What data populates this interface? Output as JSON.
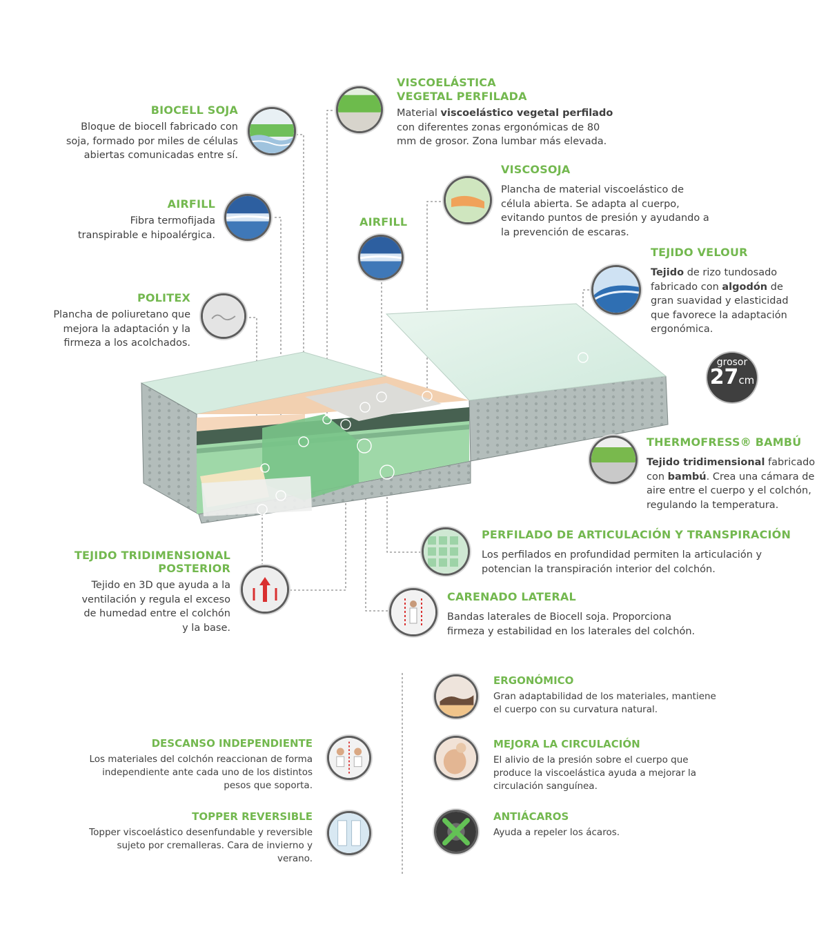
{
  "items": {
    "biocell": {
      "title": "BIOCELL SOJA",
      "text": [
        "Bloque de biocell fabricado con",
        "soja, formado por miles de células",
        "abiertas comunicadas entre sí."
      ]
    },
    "airfill_left": {
      "title": "AIRFILL",
      "text": [
        "Fibra termofijada",
        "transpirable e hipoalérgica."
      ]
    },
    "politex": {
      "title": "POLITEX",
      "text": [
        "Plancha de poliuretano que",
        "mejora la adaptación y la",
        "firmeza a los acolchados."
      ]
    },
    "visco_vegetal": {
      "title1": "VISCOELÁSTICA",
      "title2": "VEGETAL PERFILADA",
      "pre": "Material ",
      "bold": "viscoelástico vegetal perfilado",
      "text": [
        "con diferentes zonas ergonómicas de 80",
        "mm de grosor. Zona lumbar más elevada."
      ]
    },
    "viscosoja": {
      "title": "VISCOSOJA",
      "text": [
        "Plancha de material viscoelástico de",
        "célula abierta. Se adapta al cuerpo,",
        "evitando puntos de presión y ayudando a",
        "la prevención de escaras."
      ]
    },
    "airfill_mid": {
      "title": "AIRFILL"
    },
    "velour": {
      "title": "TEJIDO VELOUR",
      "b1": "Tejido",
      "t1": " de rizo tundosado",
      "t2": "fabricado con ",
      "b2": "algodón",
      "t3": " de",
      "text": [
        "gran suavidad y elasticidad",
        "que favorece la adaptación",
        "ergonómica."
      ]
    },
    "grosor": {
      "label": "grosor",
      "value": "27",
      "unit": "cm"
    },
    "thermo": {
      "title": "THERMOFRESS® BAMBÚ",
      "b1": "Tejido tridimensional",
      "t1": " fabricado",
      "t2": "con ",
      "b2": "bambú",
      "t3": ". Crea una cámara de",
      "text": [
        "aire entre el cuerpo y el colchón,",
        "regulando la temperatura."
      ]
    },
    "perfilado": {
      "title": "PERFILADO DE ARTICULACIÓN Y TRANSPIRACIÓN",
      "text": [
        "Los perfilados en profundidad permiten la articulación y",
        "potencian la transpiración interior del colchón."
      ]
    },
    "tridimensional": {
      "title1": "TEJIDO TRIDIMENSIONAL",
      "title2": "POSTERIOR",
      "text": [
        "Tejido en 3D que ayuda a la",
        "ventilación y regula el exceso",
        "de humedad entre el colchón",
        "y la base."
      ]
    },
    "carenado": {
      "title": "CARENADO LATERAL",
      "text": [
        "Bandas laterales de Biocell soja. Proporciona",
        "firmeza y estabilidad en los laterales del colchón."
      ]
    }
  },
  "features": {
    "ergonomico": {
      "title": "ERGONÓMICO",
      "text": [
        "Gran adaptabilidad de los materiales, mantiene",
        "el cuerpo con su curvatura natural."
      ]
    },
    "descanso": {
      "title": "DESCANSO INDEPENDIENTE",
      "text": [
        "Los materiales del colchón reaccionan de forma",
        "independiente ante cada uno de los distintos",
        "pesos que soporta."
      ]
    },
    "circulacion": {
      "title": "MEJORA LA CIRCULACIÓN",
      "text": [
        "El alivio de la presión sobre el cuerpo que",
        "produce la viscoelástica ayuda a mejorar la",
        "circulación sanguínea."
      ]
    },
    "topper": {
      "title": "TOPPER REVERSIBLE",
      "text": [
        "Topper viscoelástico desenfundable y reversible",
        "sujeto por cremalleras. Cara de invierno y",
        "verano."
      ]
    },
    "antiacaros": {
      "title": "ANTIÁCAROS",
      "text": [
        "Ayuda a repeler los ácaros."
      ]
    }
  },
  "colors": {
    "accent": "#73b84f",
    "mattress_top": "#d6ece0",
    "foam": "#9fd8a8",
    "sole": "#f3d3b4"
  }
}
